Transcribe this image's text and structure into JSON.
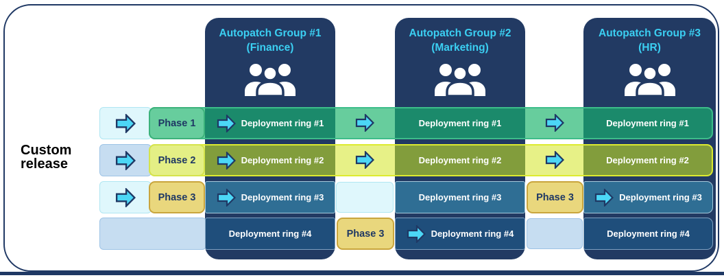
{
  "diagram": {
    "left_label": {
      "line1": "Custom",
      "line2": "release"
    },
    "groups": [
      {
        "title": "Autopatch Group #1",
        "subtitle": "(Finance)"
      },
      {
        "title": "Autopatch Group #2",
        "subtitle": "(Marketing)"
      },
      {
        "title": "Autopatch Group #3",
        "subtitle": "(HR)"
      }
    ],
    "rows": [
      {
        "phase": "Phase 1",
        "ring": "Deployment ring #1"
      },
      {
        "phase": "Phase 2",
        "ring": "Deployment ring #2"
      },
      {
        "phase": "Phase 3",
        "ring": "Deployment ring #3"
      },
      {
        "phase": "Phase 3",
        "ring": "Deployment ring #4"
      }
    ],
    "icons": {
      "group_icon": "people-group-icon",
      "flow_icon": "right-block-arrow-icon"
    },
    "colors": {
      "frame_navy": "#1F3864",
      "card_navy": "#223A63",
      "title_cyan": "#3BCFF2",
      "text_navy": "#1F3864",
      "custom_release_color": "#000000",
      "arrow_cyan": "#4CD7F6",
      "arrow_border": "#1F3864",
      "row1_light": "#67CD9D",
      "row1_border": "#3DBD8A",
      "row1_dark": "#1B8A6B",
      "phase1_border": "#3CB27B",
      "row2_light": "#E7F187",
      "row2_border": "#DDEB2F",
      "row2_dark": "#829D3C",
      "phase2_fill": "#E4EF85",
      "phase2_border": "#D5E34C",
      "row3_dark": "#2F6E94",
      "row4_dark": "#1F4E7B",
      "cyan_fill": "#DFF7FC",
      "cyan_border": "#AFE6F2",
      "blue_fill": "#C6DDF1",
      "blue_border": "#9DC3E6",
      "phase3_fill": "#E9D77D",
      "phase3_border": "#C9A53D"
    }
  }
}
